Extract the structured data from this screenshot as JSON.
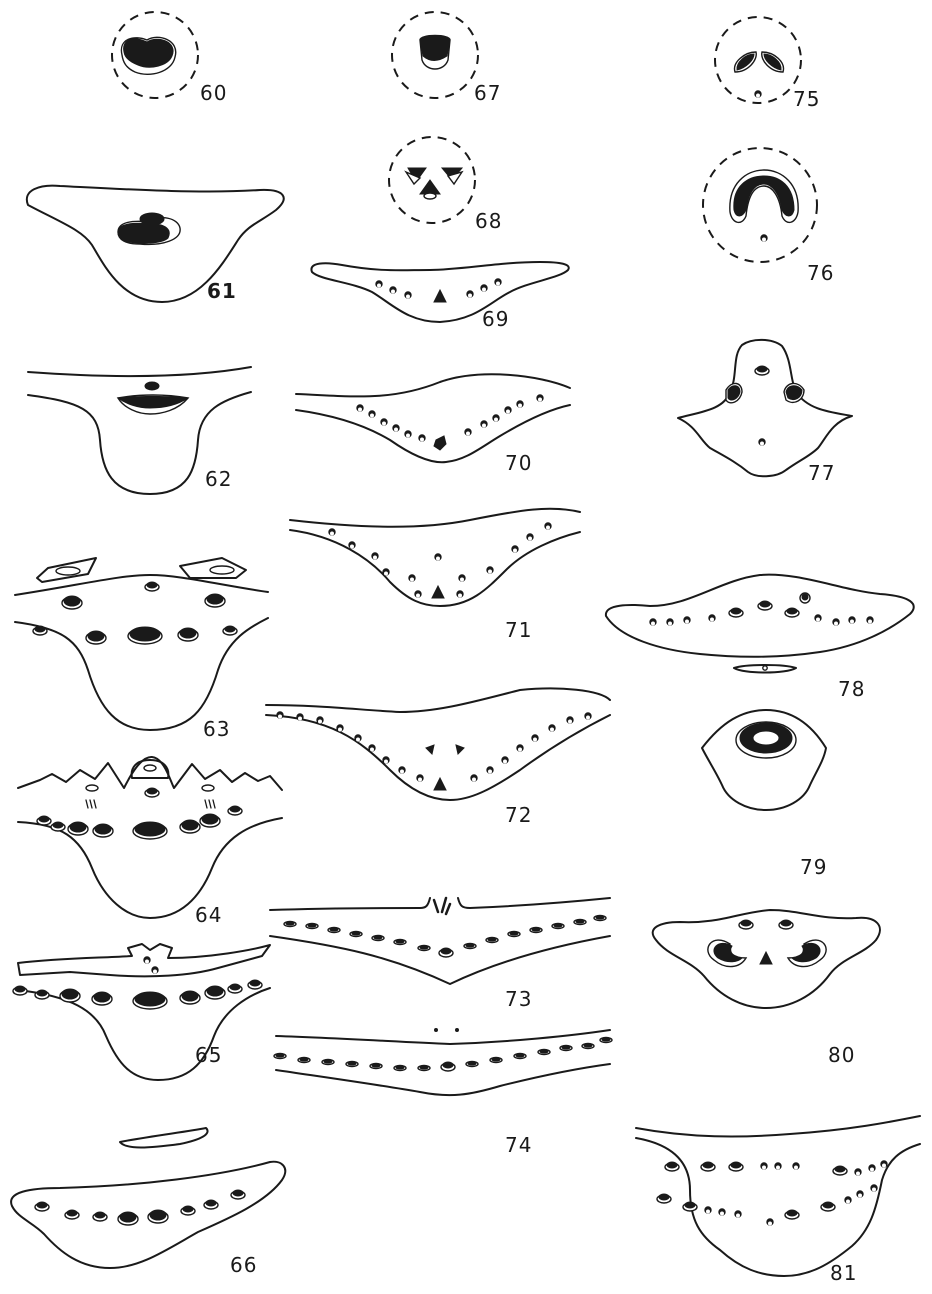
{
  "figures": [
    {
      "id": "fig-60",
      "label": "60"
    },
    {
      "id": "fig-61",
      "label": "61"
    },
    {
      "id": "fig-62",
      "label": "62"
    },
    {
      "id": "fig-63",
      "label": "63"
    },
    {
      "id": "fig-64",
      "label": "64"
    },
    {
      "id": "fig-65",
      "label": "65"
    },
    {
      "id": "fig-66",
      "label": "66"
    },
    {
      "id": "fig-67",
      "label": "67"
    },
    {
      "id": "fig-68",
      "label": "68"
    },
    {
      "id": "fig-69",
      "label": "69"
    },
    {
      "id": "fig-70",
      "label": "70"
    },
    {
      "id": "fig-71",
      "label": "71"
    },
    {
      "id": "fig-72",
      "label": "72"
    },
    {
      "id": "fig-73",
      "label": "73"
    },
    {
      "id": "fig-74",
      "label": "74"
    },
    {
      "id": "fig-75",
      "label": "75"
    },
    {
      "id": "fig-76",
      "label": "76"
    },
    {
      "id": "fig-77",
      "label": "77"
    },
    {
      "id": "fig-78",
      "label": "78"
    },
    {
      "id": "fig-79",
      "label": "79"
    },
    {
      "id": "fig-80",
      "label": "80"
    },
    {
      "id": "fig-81",
      "label": "81"
    }
  ]
}
